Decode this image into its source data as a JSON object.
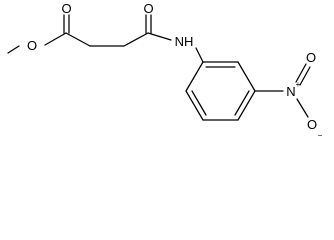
{
  "molecule": {
    "atom_labels": {
      "ester_carbonyl_O": "O",
      "ester_ether_O": "O",
      "amide_O": "O",
      "amide_NH": "NH",
      "nitro_N": "N",
      "nitro_N_charge": "+",
      "nitro_O_double": "O",
      "nitro_O_single": "O",
      "nitro_O_charge": "−"
    },
    "colors": {
      "bond": "#000000",
      "text": "#000000",
      "background": "#ffffff"
    }
  }
}
